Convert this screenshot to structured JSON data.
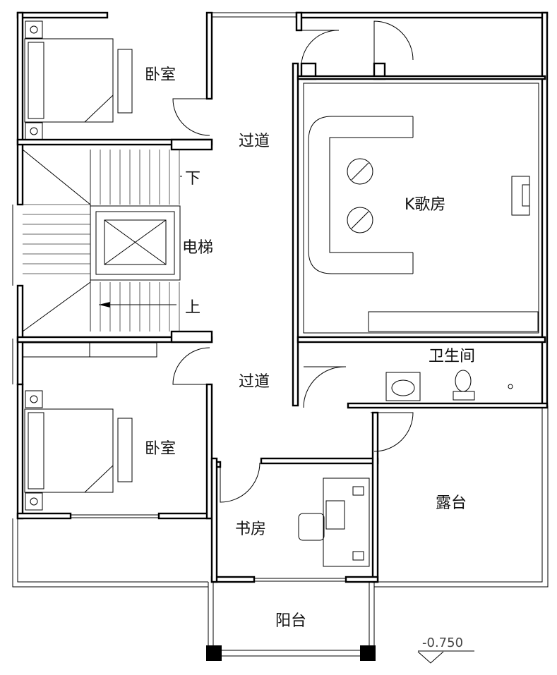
{
  "plan": {
    "rooms": {
      "bedroom_top": "卧室",
      "corridor_top": "过道",
      "stairs_down": "下",
      "elevator": "电梯",
      "stairs_up": "上",
      "ktv_room": "K歌房",
      "bathroom": "卫生间",
      "corridor_bottom": "过道",
      "bedroom_bottom": "卧室",
      "study": "书房",
      "terrace": "露台",
      "balcony": "阳台"
    },
    "elevation_mark": "-0.750"
  }
}
